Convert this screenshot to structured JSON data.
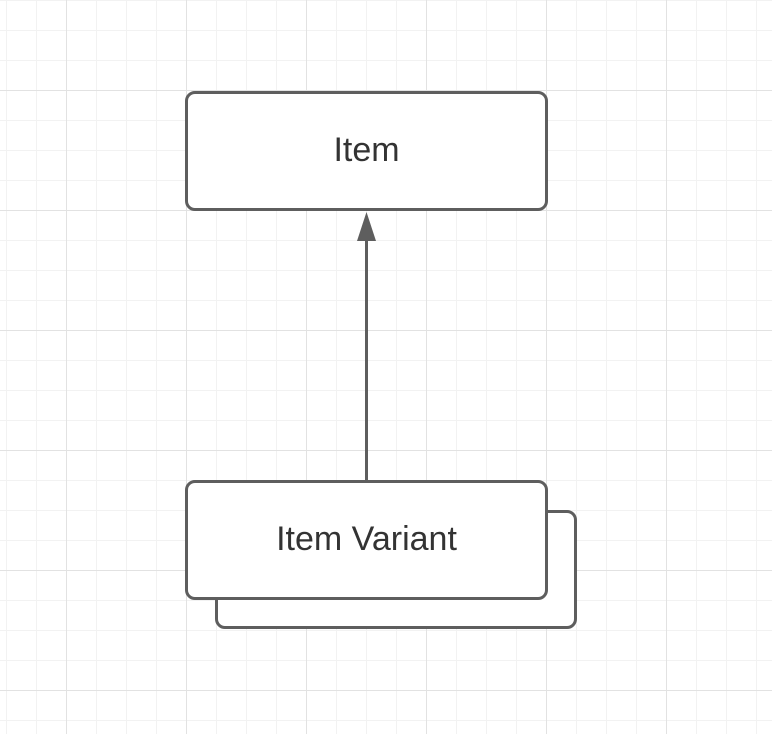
{
  "canvas": {
    "kind": "diagram-grid-canvas"
  },
  "colors": {
    "background": "#ffffff",
    "grid_minor": "#f2f2f2",
    "grid_major": "#e2e2e2",
    "node_fill": "#ffffff",
    "stroke": "#5e5e5e",
    "text": "#333333"
  },
  "nodes": [
    {
      "id": "item",
      "label": "Item",
      "shape": "rounded-rectangle"
    },
    {
      "id": "item-variant",
      "label": "Item Variant",
      "shape": "stacked-rounded-rectangle"
    }
  ],
  "edges": [
    {
      "from": "item-variant",
      "to": "item",
      "style": "solid",
      "arrowhead": "filled-triangle-at-target"
    }
  ]
}
